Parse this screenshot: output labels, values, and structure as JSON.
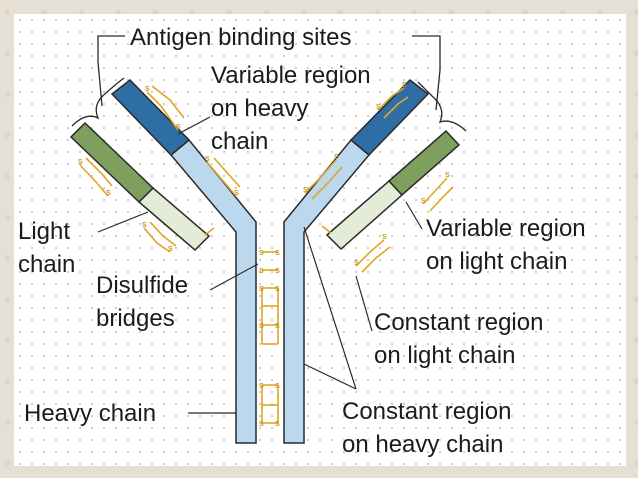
{
  "labels": {
    "antigen_binding_sites": "Antigen binding sites",
    "variable_heavy_line1": "Variable region",
    "variable_heavy_line2": "on heavy",
    "variable_heavy_line3": "chain",
    "light_chain_line1": "Light",
    "light_chain_line2": "chain",
    "disulfide_line1": "Disulfide",
    "disulfide_line2": "bridges",
    "variable_light_line1": "Variable region",
    "variable_light_line2": "on light chain",
    "constant_light_line1": "Constant region",
    "constant_light_line2": "on light chain",
    "heavy_chain": "Heavy chain",
    "constant_heavy_line1": "Constant region",
    "constant_heavy_line2": "on heavy chain"
  },
  "bond_marker": "S",
  "colors": {
    "heavy_constant": "#bcd8ef",
    "heavy_variable": "#2f6ea5",
    "light_constant": "#e4ecd7",
    "light_variable": "#7da05e",
    "disulfide": "#e0a71e",
    "outline": "#2a2a2a"
  }
}
